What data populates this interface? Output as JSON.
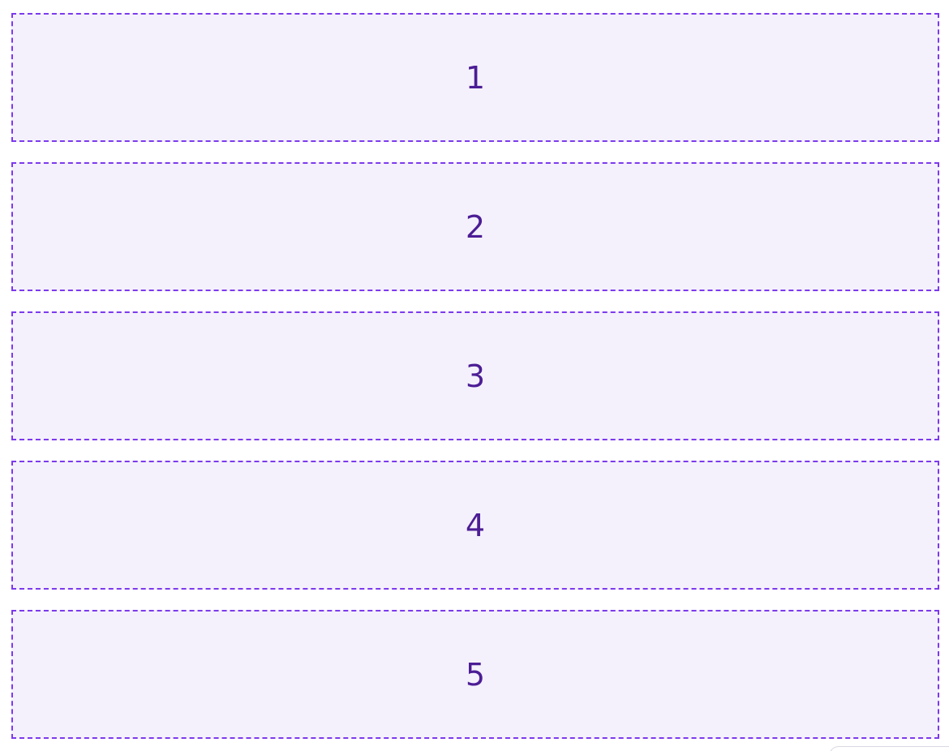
{
  "boxes": [
    {
      "label": "1"
    },
    {
      "label": "2"
    },
    {
      "label": "3"
    },
    {
      "label": "4"
    },
    {
      "label": "5"
    }
  ],
  "colors": {
    "border": "#7c3aed",
    "fill": "#f4f1fc",
    "text": "#4c1d95"
  }
}
